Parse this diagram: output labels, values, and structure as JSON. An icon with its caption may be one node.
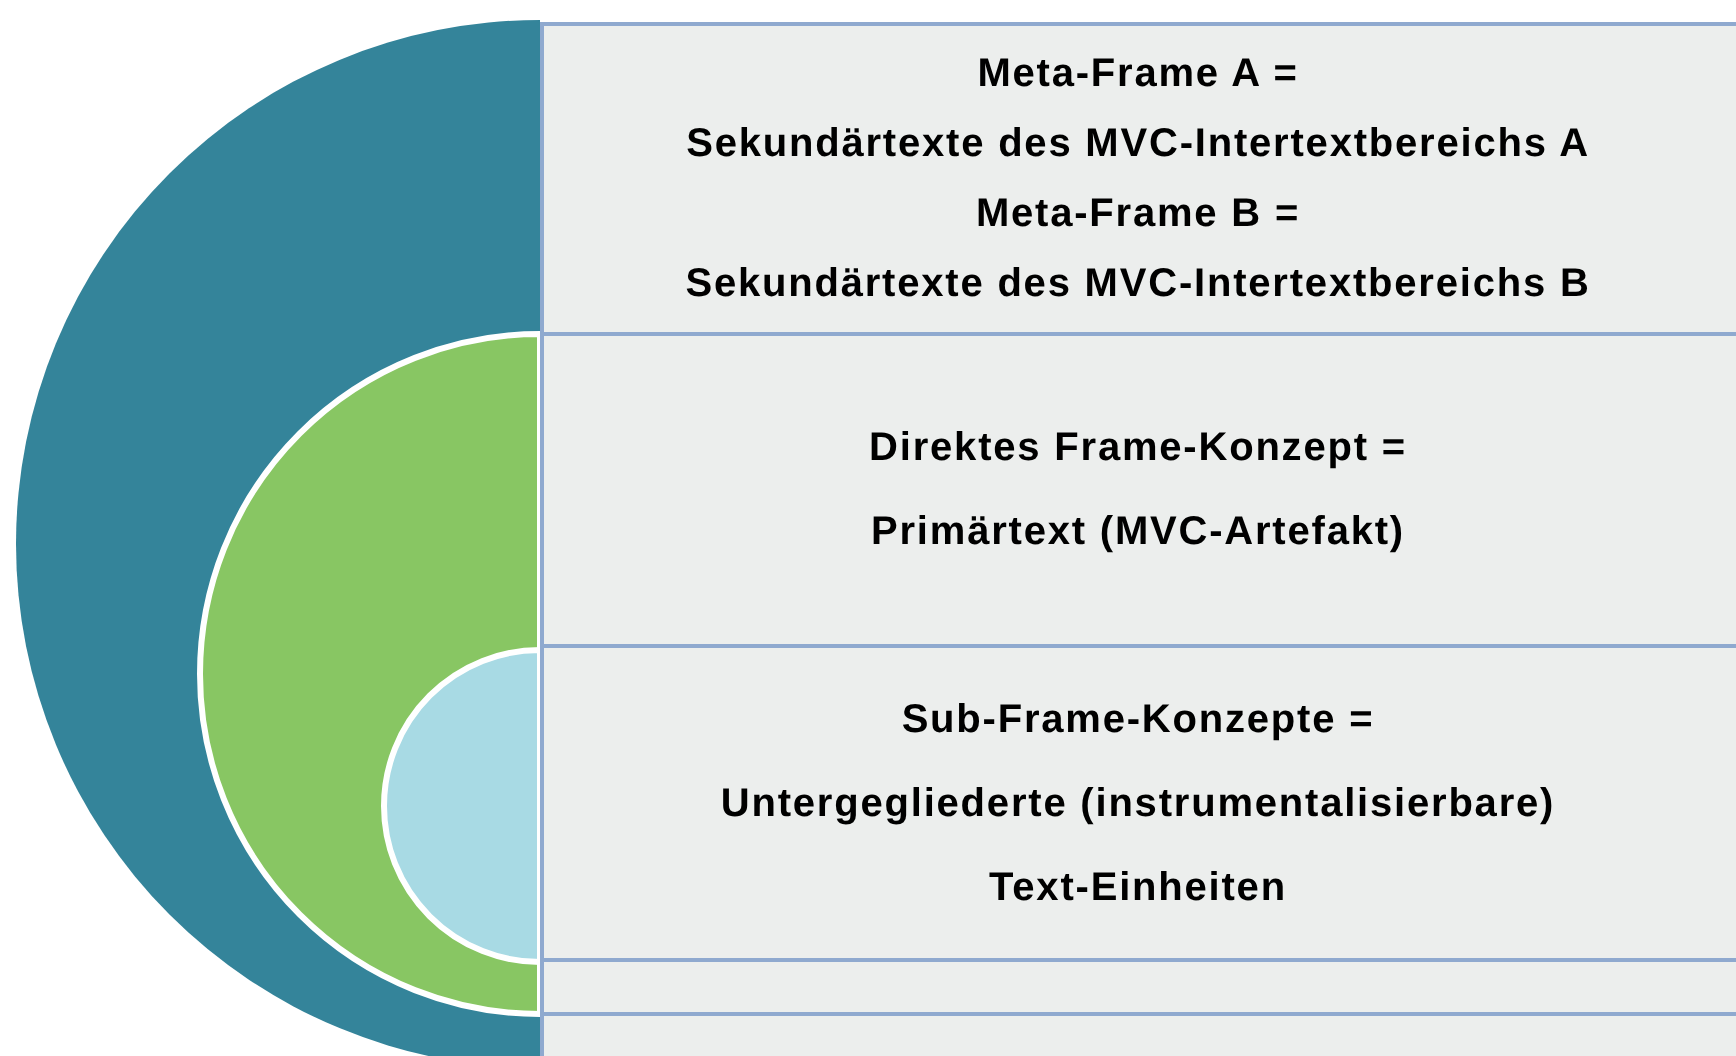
{
  "diagram": {
    "nodes": [
      {
        "text": [
          "Meta-Frame A =",
          "Sekundärtexte des MVC-Intertextbereichs A",
          "Meta-Frame B =",
          "Sekundärtexte des MVC-Intertextbereichs B"
        ]
      },
      {
        "text": [
          "Direktes Frame-Konzept =",
          "Primärtext (MVC-Artefakt)"
        ]
      },
      {
        "text": [
          "Sub-Frame-Konzepte =",
          "Untergegliederte (instrumentalisierbare)",
          "Text-Einheiten"
        ]
      },
      {
        "text": [],
        "shape": "box"
      },
      {
        "text": [],
        "shape": "box"
      }
    ]
  }
}
